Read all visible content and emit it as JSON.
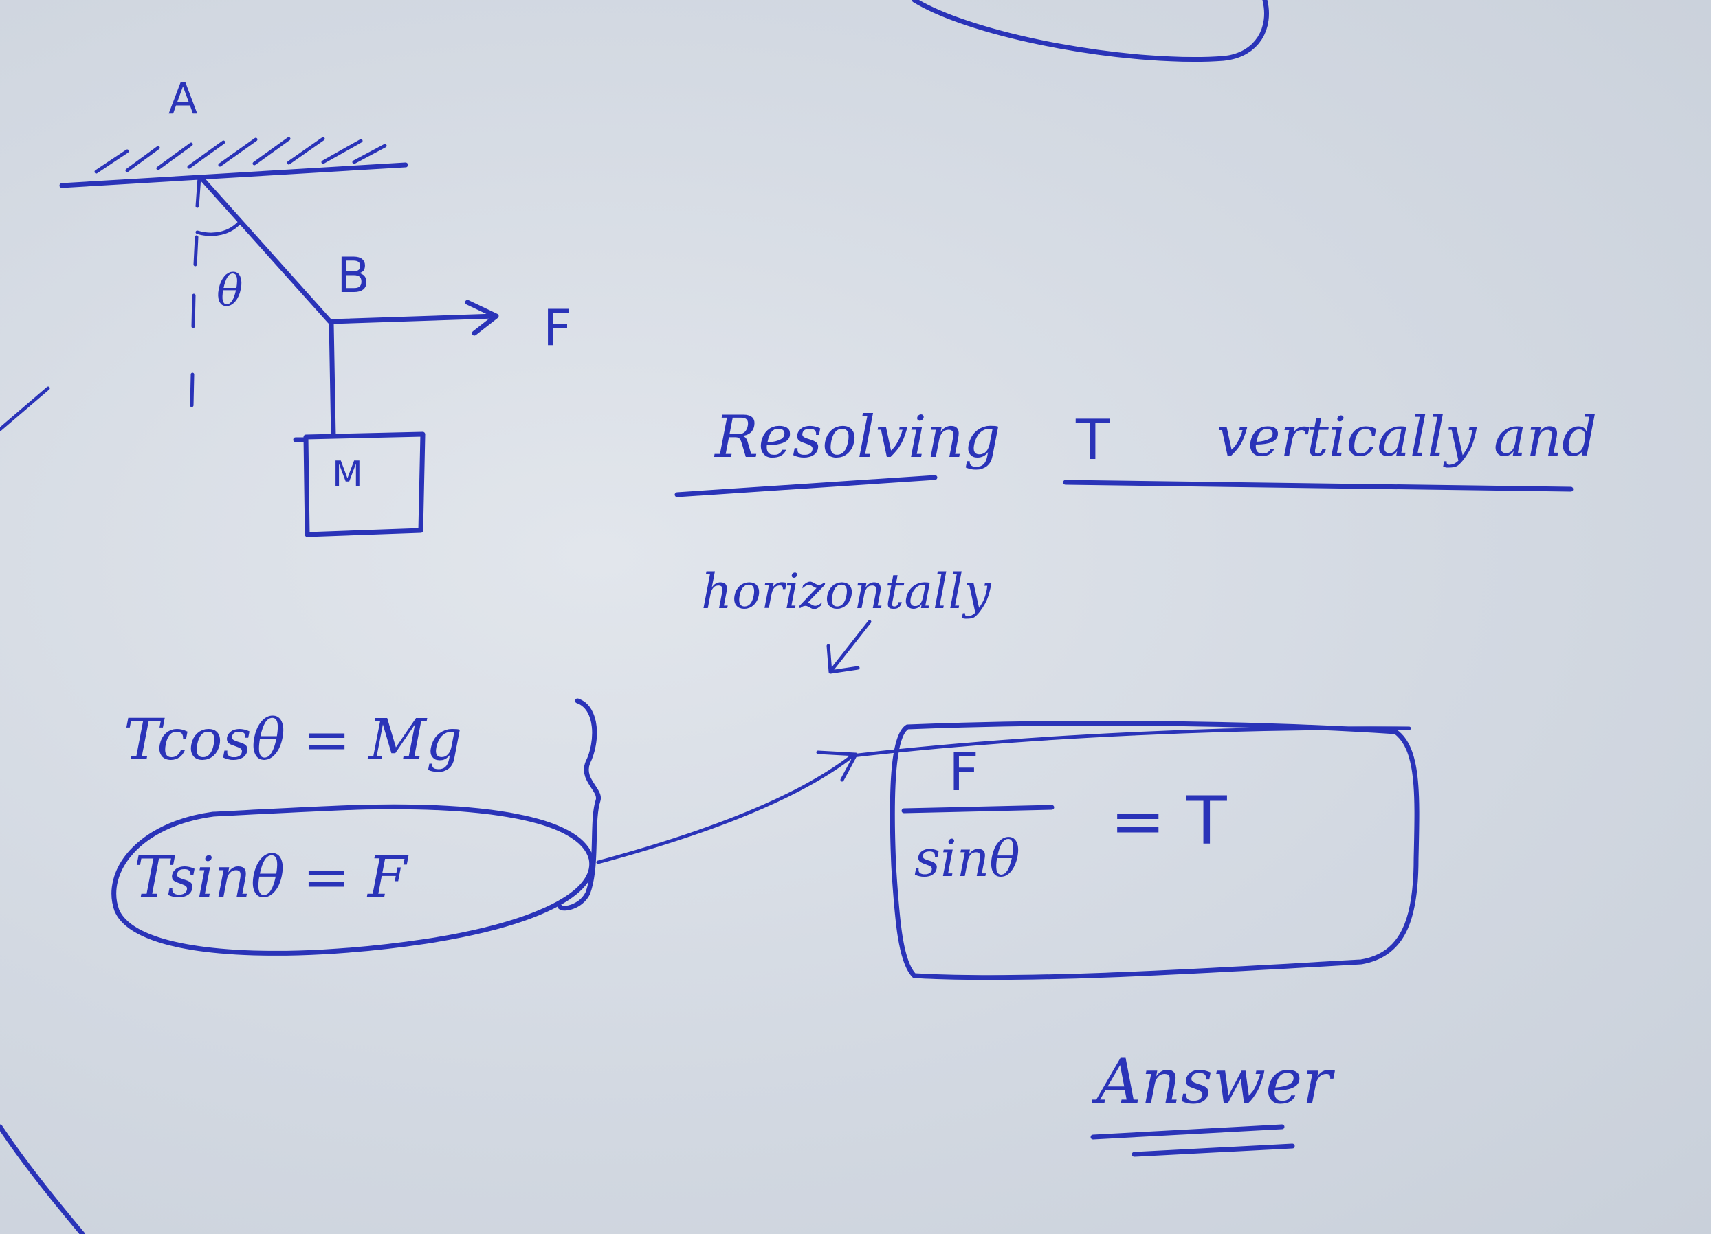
{
  "diagram": {
    "labels": {
      "point_a": "A",
      "point_b": "B",
      "angle": "θ",
      "force": "F",
      "mass": "M"
    }
  },
  "notes": {
    "heading_line1_part1": "Resolving",
    "heading_line1_part2": "T",
    "heading_line1_part3": "vertically and",
    "heading_line2": "horizontally",
    "equation_vertical": "Tcosθ = Mg",
    "equation_horizontal": "Tsinθ = F",
    "result_numerator": "F",
    "result_denominator": "sinθ",
    "result_rhs": "= T",
    "answer_label": "Answer"
  },
  "colors": {
    "ink": "#2a33b8",
    "paper": "#d3d9e2"
  }
}
